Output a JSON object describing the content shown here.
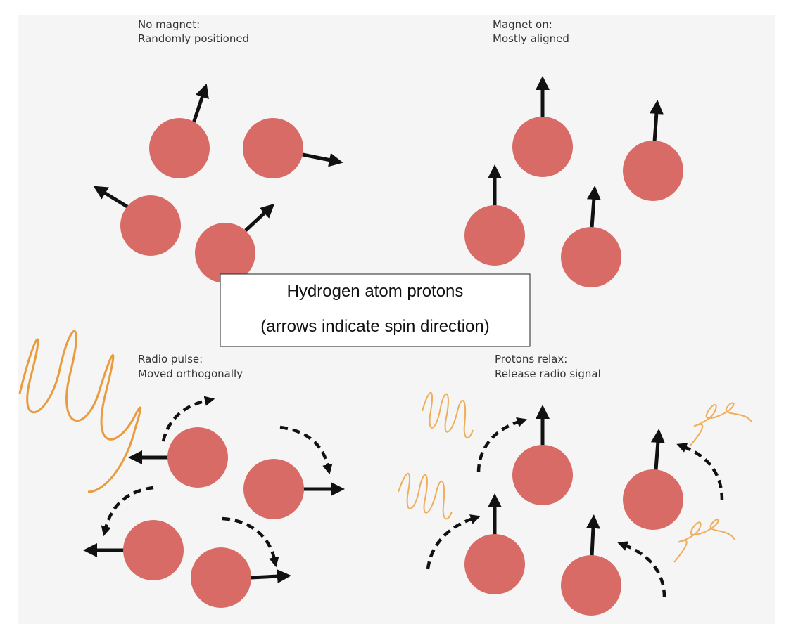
{
  "colors": {
    "background": "#f5f5f5",
    "proton": "#d96b66",
    "arrow": "#111111",
    "wave": "#ea9b3e",
    "wave_light": "#eeae5c",
    "box_border": "#222222"
  },
  "panels": {
    "no_magnet": {
      "line1": "No magnet:",
      "line2": "Randomly positioned"
    },
    "magnet_on": {
      "line1": "Magnet on:",
      "line2": "Mostly aligned"
    },
    "radio_pulse": {
      "line1": "Radio pulse:",
      "line2": "Moved orthogonally"
    },
    "protons_relax": {
      "line1": "Protons relax:",
      "line2": "Release radio signal"
    }
  },
  "center_label": {
    "line1": "Hydrogen atom protons",
    "line2": "(arrows indicate spin direction)"
  }
}
